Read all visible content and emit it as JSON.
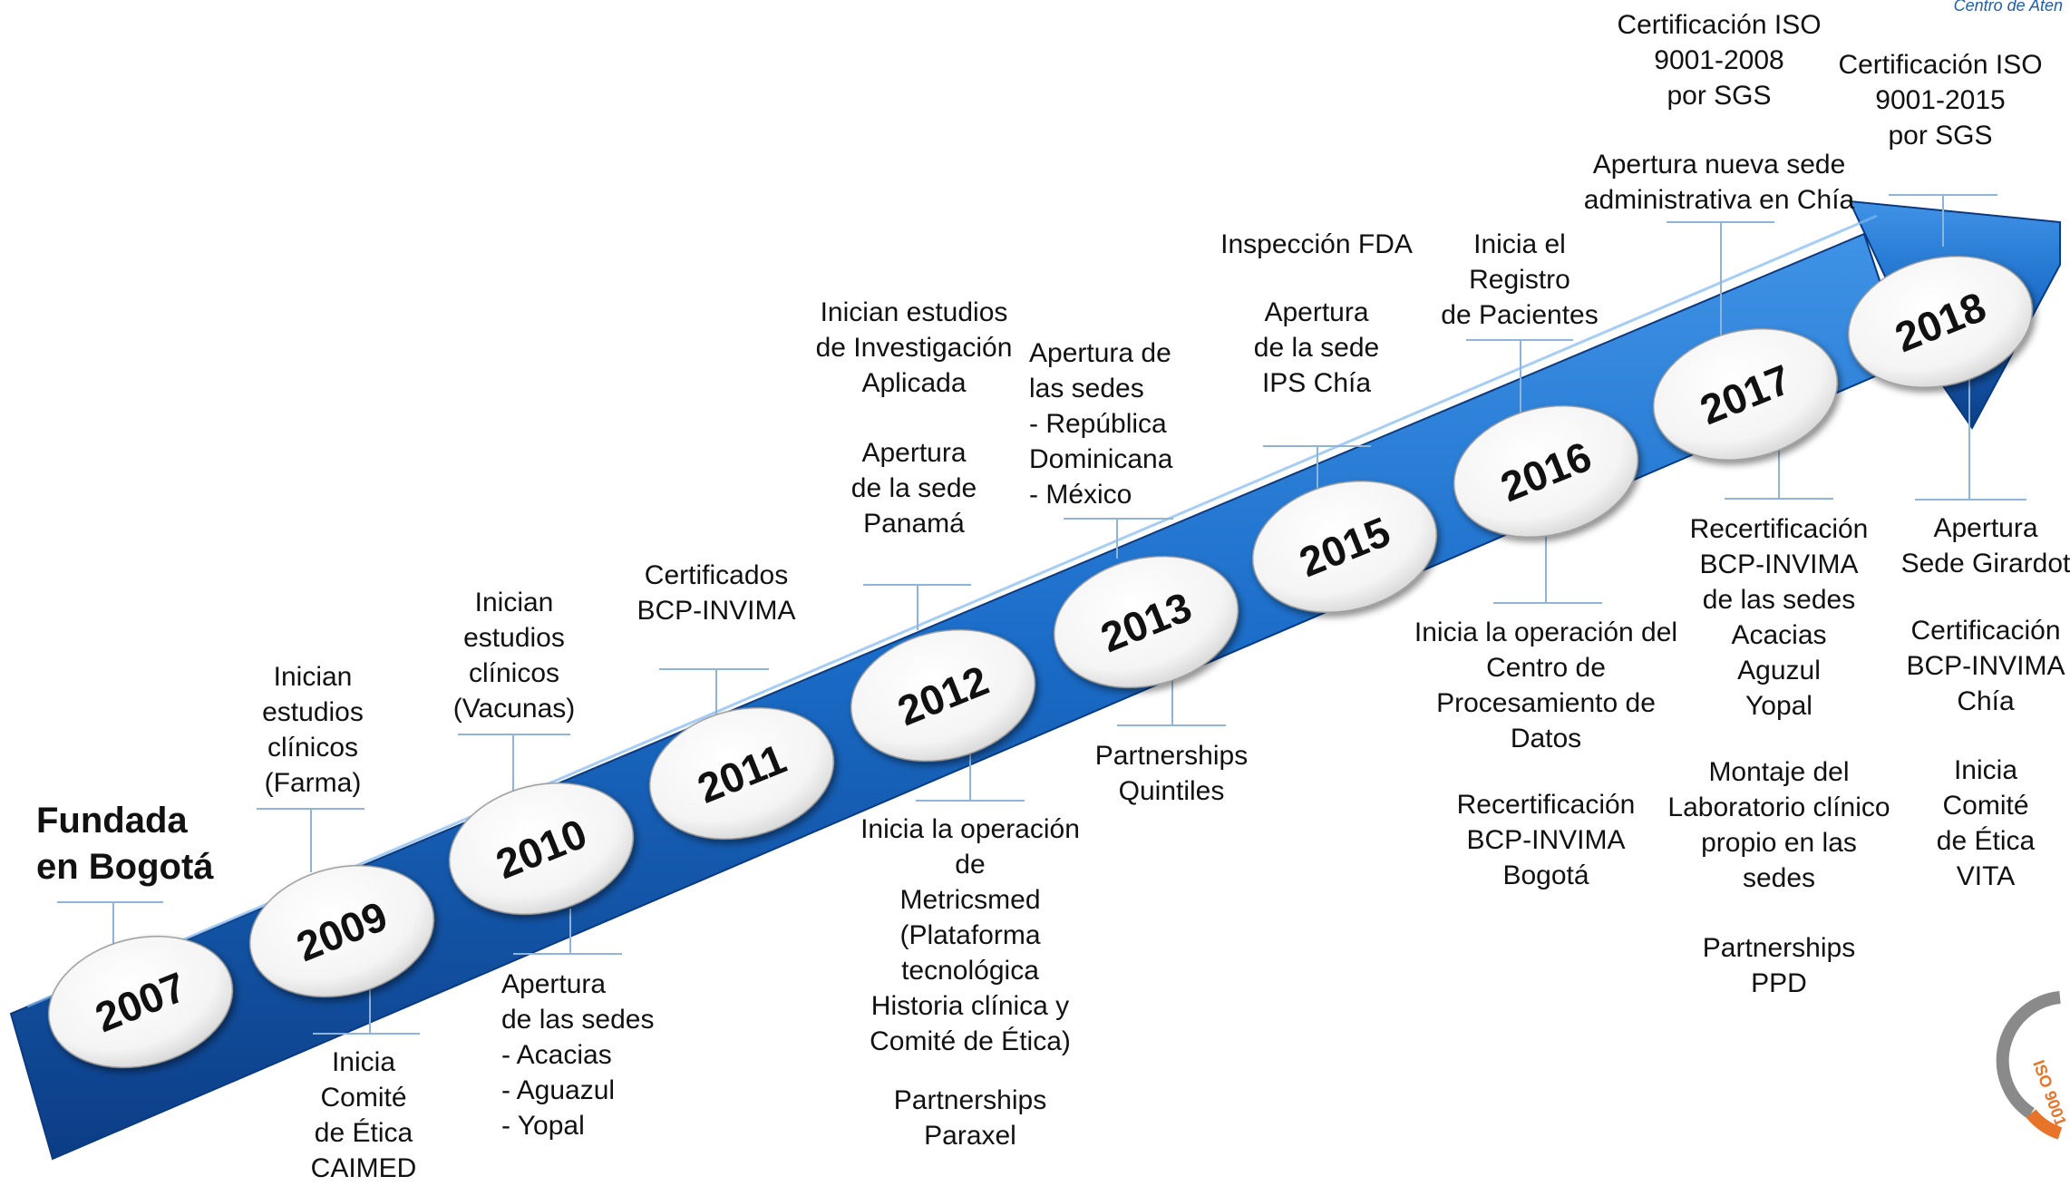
{
  "corner_text": "Centro de Aten",
  "seal_text": "ISO 9001",
  "colors": {
    "arrow": "#1a6cc8",
    "arrow_dark": "#0d3f86",
    "ellipse": "#ffffff",
    "seal": "#e8742a"
  },
  "milestones": [
    {
      "year": "2007",
      "above": [
        {
          "lines": [
            "Fundada",
            "en Bogotá"
          ]
        }
      ],
      "below": []
    },
    {
      "year": "2009",
      "above": [
        {
          "lines": [
            "Inician",
            "estudios",
            "clínicos",
            "(Farma)"
          ]
        }
      ],
      "below": [
        {
          "lines": [
            "Inicia",
            "Comité",
            "de Ética",
            "CAIMED"
          ]
        }
      ]
    },
    {
      "year": "2010",
      "above": [
        {
          "lines": [
            "Inician",
            "estudios",
            "clínicos",
            "(Vacunas)"
          ]
        }
      ],
      "below": [
        {
          "lines": [
            "Apertura",
            "de las sedes",
            "- Acacias",
            "- Aguazul",
            "- Yopal"
          ]
        }
      ]
    },
    {
      "year": "2011",
      "above": [
        {
          "lines": [
            "Certificados",
            "BCP-INVIMA"
          ]
        }
      ],
      "below": []
    },
    {
      "year": "2012",
      "above": [
        {
          "lines": [
            "Inician estudios",
            "de Investigación",
            "Aplicada"
          ]
        },
        {
          "lines": [
            "Apertura",
            "de la sede",
            "Panamá"
          ]
        }
      ],
      "below": [
        {
          "lines": [
            "Inicia la operación",
            "de",
            "Metricsmed",
            "(Plataforma",
            "tecnológica",
            "Historia clínica y",
            "Comité de Ética)"
          ]
        },
        {
          "lines": [
            "Partnerships",
            "Paraxel"
          ]
        }
      ]
    },
    {
      "year": "2013",
      "above": [
        {
          "lines": [
            "Apertura de",
            "las sedes",
            "- República",
            "Dominicana",
            "- México"
          ]
        }
      ],
      "below": [
        {
          "lines": [
            "Partnerships",
            "Quintiles"
          ]
        }
      ]
    },
    {
      "year": "2015",
      "above": [
        {
          "lines": [
            "Inspección FDA"
          ]
        },
        {
          "lines": [
            "Apertura",
            "de la sede",
            "IPS Chía"
          ]
        }
      ],
      "below": []
    },
    {
      "year": "2016",
      "above": [
        {
          "lines": [
            "Inicia el",
            "Registro",
            "de Pacientes"
          ]
        }
      ],
      "below": [
        {
          "lines": [
            "Inicia la operación del",
            "Centro de",
            "Procesamiento de",
            "Datos"
          ]
        },
        {
          "lines": [
            "Recertificación",
            "BCP-INVIMA",
            "Bogotá"
          ]
        }
      ]
    },
    {
      "year": "2017",
      "above": [
        {
          "lines": [
            "Certificación ISO",
            "9001-2008",
            "por SGS"
          ]
        },
        {
          "lines": [
            "Apertura nueva sede",
            "administrativa en Chía"
          ]
        }
      ],
      "below": [
        {
          "lines": [
            "Recertificación",
            "BCP-INVIMA",
            "de las sedes",
            "Acacias",
            "Aguzul",
            "Yopal"
          ]
        },
        {
          "lines": [
            "Montaje del",
            "Laboratorio clínico",
            "propio en las",
            "sedes"
          ]
        },
        {
          "lines": [
            "Partnerships",
            "PPD"
          ]
        }
      ]
    },
    {
      "year": "2018",
      "above": [
        {
          "lines": [
            "Certificación ISO",
            "9001-2015",
            "por SGS"
          ]
        }
      ],
      "below": [
        {
          "lines": [
            "Apertura",
            "Sede Girardot"
          ]
        },
        {
          "lines": [
            "Certificación",
            "BCP-INVIMA",
            "Chía"
          ]
        },
        {
          "lines": [
            "Inicia",
            "Comité",
            "de Ética",
            "VITA"
          ]
        }
      ]
    }
  ]
}
